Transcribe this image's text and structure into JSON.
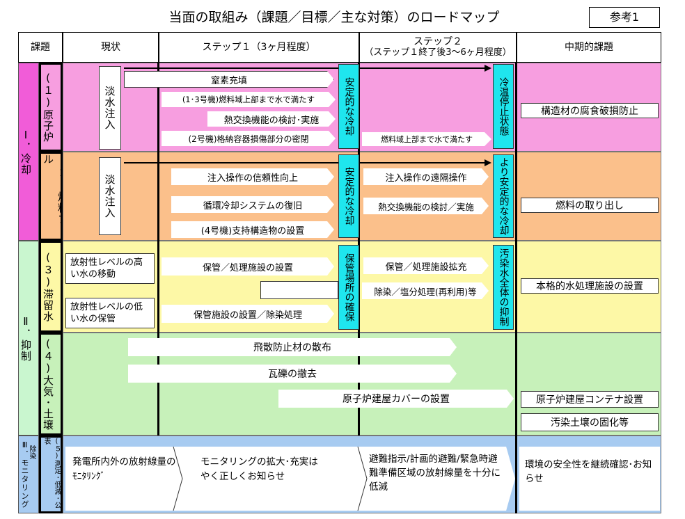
{
  "title": "当面の取組み（課題／目標／主な対策）のロードマップ",
  "reference": "参考1",
  "headers": {
    "issue": "課題",
    "current": "現状",
    "step1": "ステップ１（3ヶ月程度）",
    "step2_line1": "ステップ２",
    "step2_line2": "（ステップ１終了後3～6ヶ月程度）",
    "midterm": "中期的課題"
  },
  "categories": {
    "cooling": "Ⅰ．冷却",
    "suppression": "Ⅱ．抑制",
    "monitoring": "Ⅲ．モニタリング",
    "monitoring_sub": "除染"
  },
  "rows": {
    "reactor": {
      "label": "(１)原子炉",
      "current": "淡水注入",
      "step1_items": [
        "窒素充填",
        "(1･3号機)燃料域上部まで水で満たす",
        "熱交換機能の検討･実施",
        "(2号機)格納容器損傷部分の密閉"
      ],
      "step1_goal": "安定的な冷却",
      "step2_item": "燃料域上部まで水で満たす",
      "step2_goal": "冷温停止状態",
      "midterm": "構造材の腐食破損防止"
    },
    "pool": {
      "label": "(２)燃料プール",
      "current": "淡水注入",
      "step1_items": [
        "注入操作の信頼性向上",
        "循環冷却システムの復旧",
        "(4号機)支持構造物の設置"
      ],
      "step1_goal": "安定的な冷却",
      "step2_items": [
        "注入操作の遠隔操作",
        "熱交換機能の検討／実施"
      ],
      "step2_goal": "より安定的な冷却",
      "midterm": "燃料の取り出し"
    },
    "stagnant": {
      "label": "(３)滞留水",
      "current1": "放射性レベルの高い水の移動",
      "current2": "放射性レベルの低い水の保管",
      "step1_items": [
        "保管／処理施設の設置",
        "保管施設の設置／除染処理"
      ],
      "step1_goal": "保管場所の確保",
      "step2_items": [
        "保管／処理施設拡充",
        "除染／塩分処理(再利用)等"
      ],
      "step2_goal": "汚染水全体の抑制",
      "midterm": "本格的水処理施設の設置"
    },
    "atmosphere": {
      "label": "(４)大気･土壌",
      "items": [
        "飛散防止材の散布",
        "瓦礫の撤去",
        "原子炉建屋カバーの設置"
      ],
      "midterm1": "原子炉建屋コンテナ設置",
      "midterm2": "汚染土壌の固化等"
    },
    "measure": {
      "label": "(５)測定･低減･公表",
      "current": "発電所内外の放射線量のﾓﾆﾀﾘﾝｸﾞ",
      "step1": "モニタリングの拡大･充実はやく正しくお知らせ",
      "step2": "避難指示/計画的避難/緊急時避難準備区域の放射線量を十分に低減",
      "midterm": "環境の安全性を継続確認･お知らせ"
    }
  },
  "colors": {
    "pink": "#f79ee0",
    "orange": "#fbc08b",
    "yellow": "#fdf8a6",
    "green": "#c7f1ba",
    "blue": "#a7cbf1",
    "cyan": "#1fe6ee"
  }
}
